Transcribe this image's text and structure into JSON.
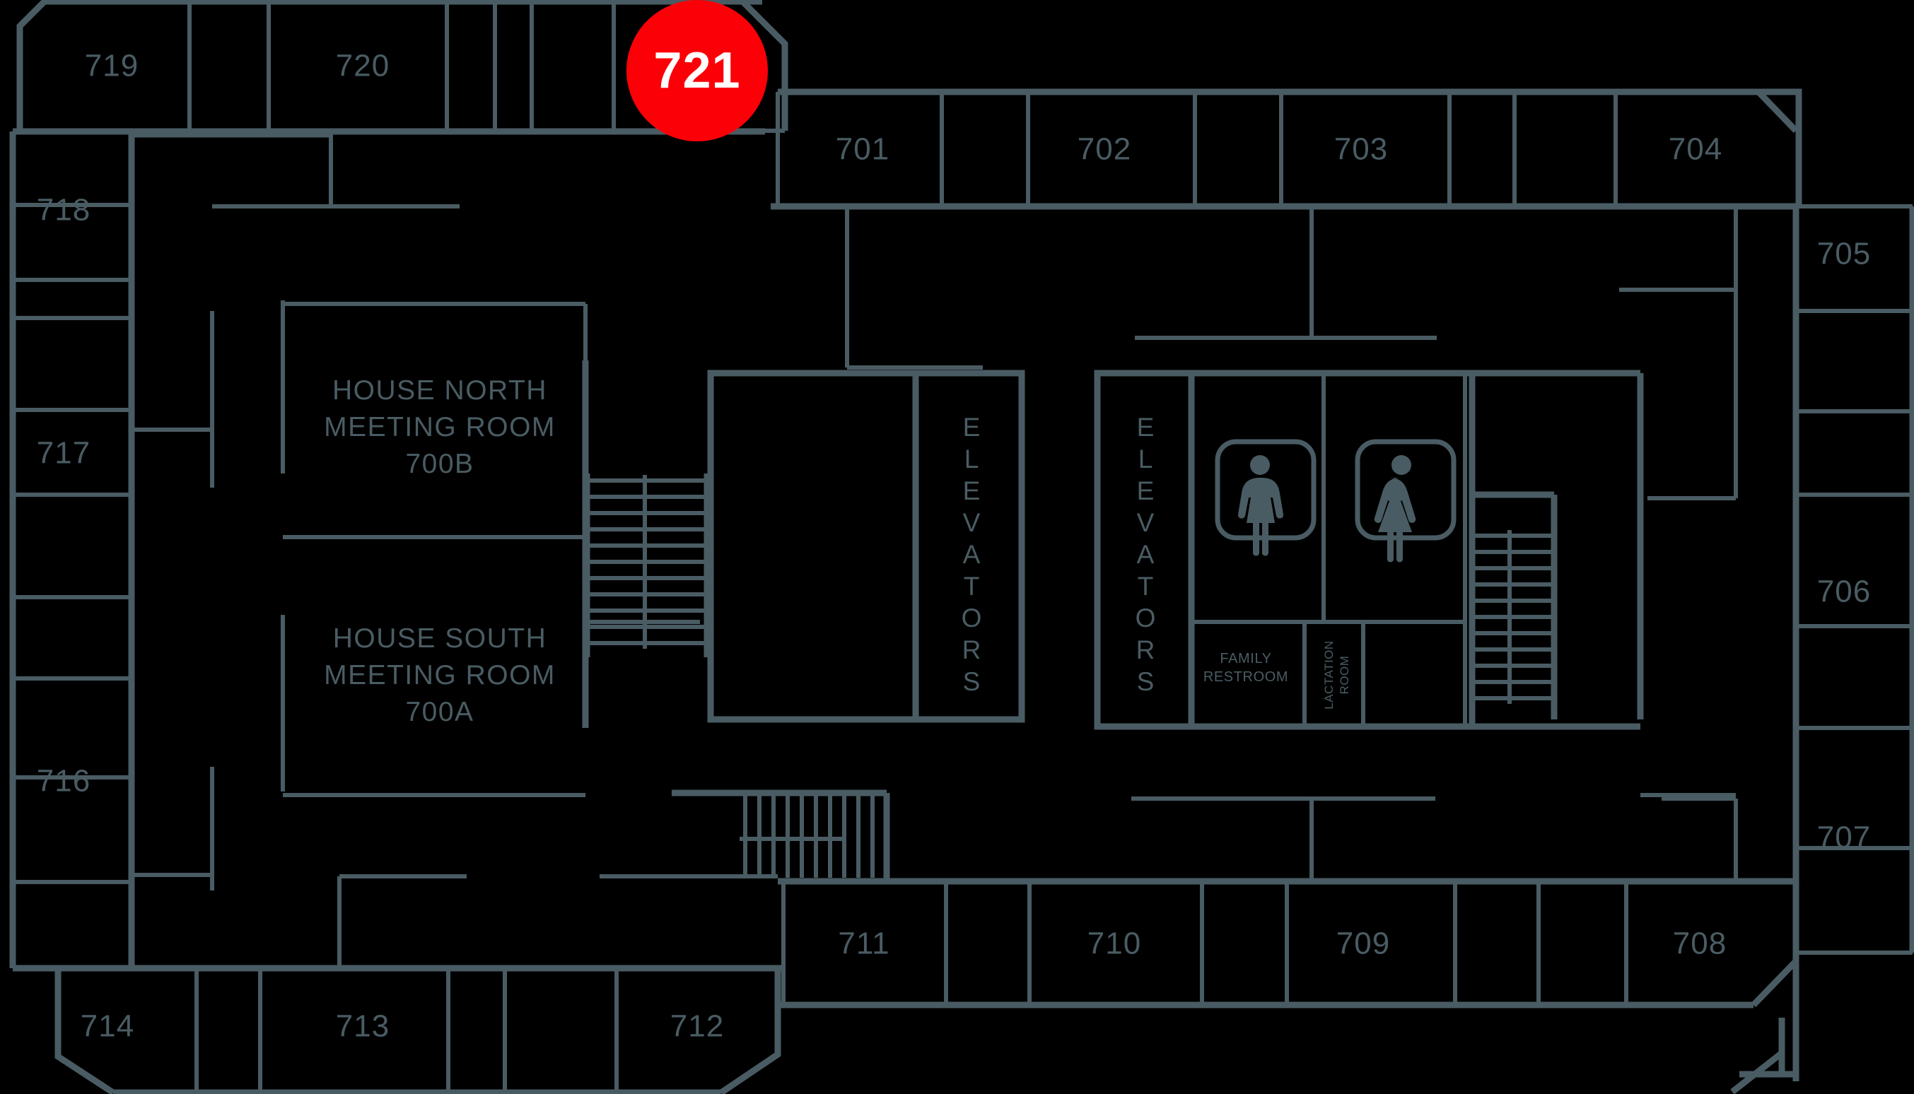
{
  "map": {
    "title": "Floor 7 Plan",
    "line_color": "#4a5c63",
    "background_color": "#000000",
    "marker_color": "#fb0007",
    "marker_text_color": "#ffffff"
  },
  "marker": {
    "label": "721",
    "name": "highlighted-room-marker"
  },
  "rooms": {
    "r719": "719",
    "r720": "720",
    "r718": "718",
    "r717": "717",
    "r716": "716",
    "r714": "714",
    "r713": "713",
    "r712": "712",
    "r711": "711",
    "r710": "710",
    "r709": "709",
    "r708": "708",
    "r707": "707",
    "r706": "706",
    "r705": "705",
    "r704": "704",
    "r703": "703",
    "r702": "702",
    "r701": "701"
  },
  "meeting_rooms": {
    "north": {
      "line1": "HOUSE NORTH",
      "line2": "MEETING ROOM",
      "line3": "700B"
    },
    "south": {
      "line1": "HOUSE SOUTH",
      "line2": "MEETING ROOM",
      "line3": "700A"
    }
  },
  "amenities": {
    "elevators_left": "ELEVATORS",
    "elevators_right": "ELEVATORS",
    "family_restroom_line1": "FAMILY",
    "family_restroom_line2": "RESTROOM",
    "lactation_line1": "LACTATION",
    "lactation_line2": "ROOM",
    "mens_restroom_icon": "male-figure-icon",
    "womens_restroom_icon": "female-figure-icon"
  },
  "elevator_letters": {
    "left": [
      "E",
      "L",
      "E",
      "V",
      "A",
      "T",
      "O",
      "R",
      "S"
    ],
    "right": [
      "E",
      "L",
      "E",
      "V",
      "A",
      "T",
      "O",
      "R",
      "S"
    ]
  }
}
